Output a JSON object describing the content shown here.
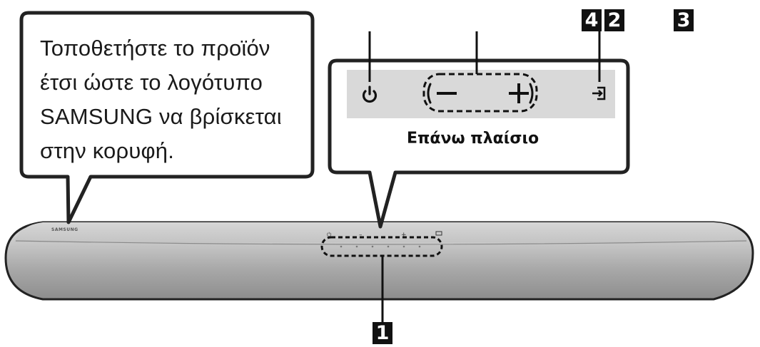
{
  "callout": {
    "lines": [
      "Τοποθετήστε το προϊόν",
      "έτσι ώστε το λογότυπο",
      "SAMSUNG να βρίσκεται",
      "στην κορυφή."
    ]
  },
  "panel": {
    "label": "Επάνω πλαίσιο",
    "buttons": [
      "power-icon",
      "volume-down-icon",
      "volume-up-icon",
      "source-icon"
    ]
  },
  "badges": {
    "b1": "1",
    "b2": "2",
    "b3": "3",
    "b4": "4"
  },
  "soundbar": {
    "brand": "SAMSUNG"
  }
}
